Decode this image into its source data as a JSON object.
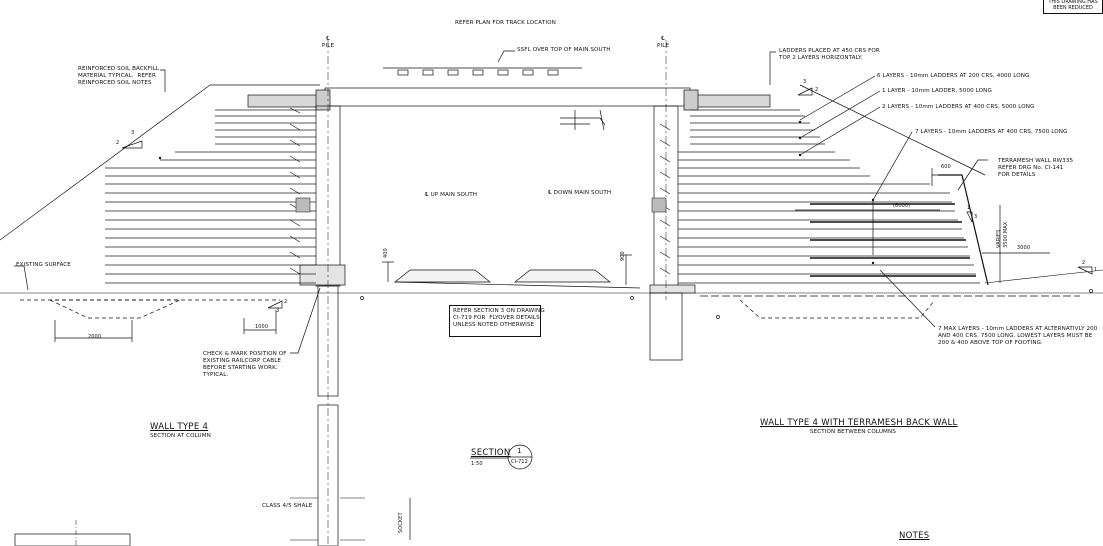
{
  "stamp": "THIS DRAWING HAS\nBEEN REDUCED",
  "top_notes": {
    "track_location": "REFER PLAN FOR TRACK LOCATION",
    "ssfl": "SSFL OVER TOP OF MAIN SOUTH"
  },
  "centerlines": {
    "pile_left": "℄\nPILE",
    "pile_right": "℄\nPILE",
    "up_main_south": "℄ UP MAIN SOUTH",
    "down_main_south": "℄ DOWN MAIN SOUTH"
  },
  "left_notes": {
    "reinforced_soil": "REINFORCED SOIL BACKFILL\nMATERIAL TYPICAL.  REFER\nREINFORCED SOIL NOTES",
    "existing_surface": "EXISTING SURFACE",
    "check_mark": "CHECK & MARK POSITION OF\nEXISTING RAILCORP CABLE\nBEFORE STARTING WORK.\nTYPICAL.",
    "class_shale": "CLASS 4/5 SHALE",
    "socket": "SOCKET"
  },
  "right_notes": {
    "ladders_placed": "LADDERS PLACED AT 450 CRS FOR\nTOP 2 LAYERS HORIZONTALY.",
    "layers_6": "6 LAYERS - 10mm LADDERS AT 200 CRS, 4000 LONG",
    "layer_1": "1 LAYER - 10mm LADDER, 5000 LONG",
    "layers_2": "2 LAYERS - 10mm LADDERS AT 400 CRS, 5000 LONG",
    "layers_7": "7 LAYERS - 10mm LADDERS AT 400 CRS, 7500 LONG",
    "terramesh": "TERRAMESH WALL RW335\nREFER DRG No. CI-141\nFOR DETAILS",
    "max_layers": "7 MAX LAYERS - 10mm LADDERS AT ALTERNATIVLY 200\nAND 400 CRS. 7500 LONG. LOWEST LAYERS MUST BE\n200 & 400 ABOVE TOP OF FOOTING.",
    "varies": "VARIES\n3500 MAX"
  },
  "center_note": "REFER SECTION 3 ON DRAWING\nCI-719 FOR  FLYOVER DETAILS\nUNLESS NOTED OTHERWISE",
  "dimensions": {
    "d2000": "2000",
    "d1000": "1000",
    "d400": "400",
    "d900": "900",
    "d600": "600",
    "d6000": "(6000)",
    "d3000": "3000"
  },
  "slopes": {
    "left_run": "2",
    "left_rise": "3",
    "right_top_run": "3",
    "right_top_rise": "2",
    "left_low_run": "2",
    "left_low_rise": "3",
    "terramesh_run": "1",
    "terramesh_rise": "3",
    "far_right_run": "2",
    "far_right_rise": "1"
  },
  "titles": {
    "left_title": "WALL TYPE 4",
    "left_subtitle": "SECTION AT COLUMN",
    "right_title": "WALL TYPE 4 WITH TERRAMESH BACK WALL",
    "right_subtitle": "SECTION BETWEEN COLUMNS",
    "section": "SECTION",
    "section_number": "1",
    "section_drawing": "CI-712",
    "scale": "1:50",
    "notes": "NOTES"
  }
}
